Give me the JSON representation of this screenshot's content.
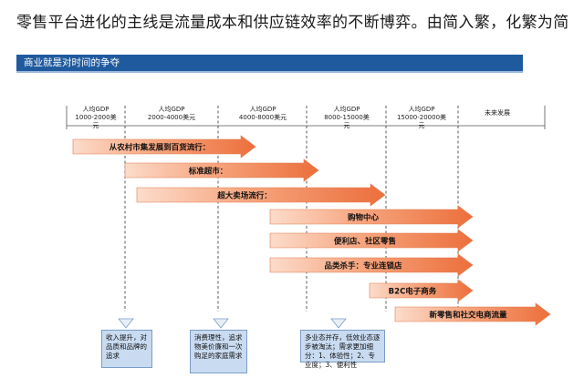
{
  "title": "零售平台进化的主线是流量成本和供应链效率的不断博弈。由简入繁，化繁为简",
  "banner": "商业就是对时间的争夺",
  "timeline": [
    {
      "line1": "人均GDP",
      "line2": "1000-2000美",
      "line3": "元"
    },
    {
      "line1": "人均GDP",
      "line2": "2000-4000美元",
      "line3": ""
    },
    {
      "line1": "人均GDP",
      "line2": "4000-8000美元",
      "line3": ""
    },
    {
      "line1": "人均GDP",
      "line2": "8000-15000美",
      "line3": "元"
    },
    {
      "line1": "人均GDP",
      "line2": "15000-20000美",
      "line3": "元"
    },
    {
      "line1": "未来发展",
      "line2": "",
      "line3": ""
    }
  ],
  "arrows": [
    {
      "label": "从农村市集发展到百货流行："
    },
    {
      "label": "标准超市："
    },
    {
      "label": "超大卖场流行："
    },
    {
      "label": "购物中心"
    },
    {
      "label": "便利店、社区零售"
    },
    {
      "label": "品类杀手：专业连锁店"
    },
    {
      "label": "B2C电子商务"
    },
    {
      "label": "新零售和社交电商流量"
    }
  ],
  "notes": [
    {
      "text": "收入提升，对品质和品牌的追求"
    },
    {
      "text": "消费理性，追求物美价廉和一次购足的家庭需求"
    },
    {
      "text": "多业态并存，低效业态逐步被淘汰；需求更加细分：1、体验性；2、专业度；3、便利性"
    }
  ],
  "colors": {
    "banner": "#1f5a9e",
    "arrow_light": "#fbd9c8",
    "arrow_dark": "#ef7f50",
    "note_bg": "#c9dbf1"
  }
}
